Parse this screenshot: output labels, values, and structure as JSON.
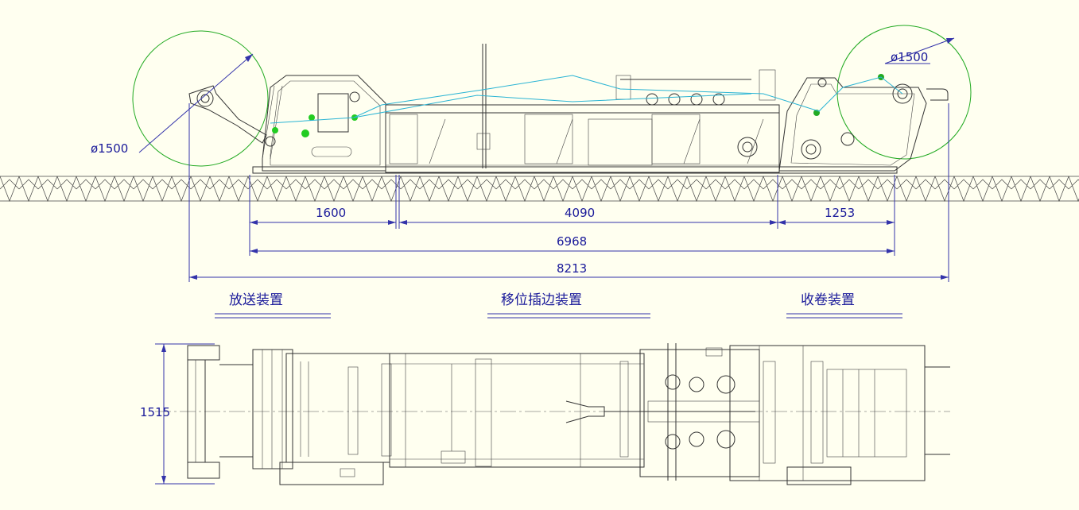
{
  "colors": {
    "background": "#fffff0",
    "machine_lines": "#333333",
    "dimension_lines": "#3333aa",
    "roll_outline": "#22aa22",
    "web_path": "#2ab4d4"
  },
  "side_view": {
    "unwind_roll_diameter": "ø1500",
    "rewind_roll_diameter": "ø1500",
    "dimensions": {
      "unwind_length": "1600",
      "middle_length": "4090",
      "rewind_length": "1253",
      "frame_length": "6968",
      "overall_length": "8213"
    }
  },
  "sections": {
    "unwind": "放送装置",
    "middle": "移位插边装置",
    "rewind": "收卷装置"
  },
  "top_view": {
    "width_dimension": "1515"
  }
}
